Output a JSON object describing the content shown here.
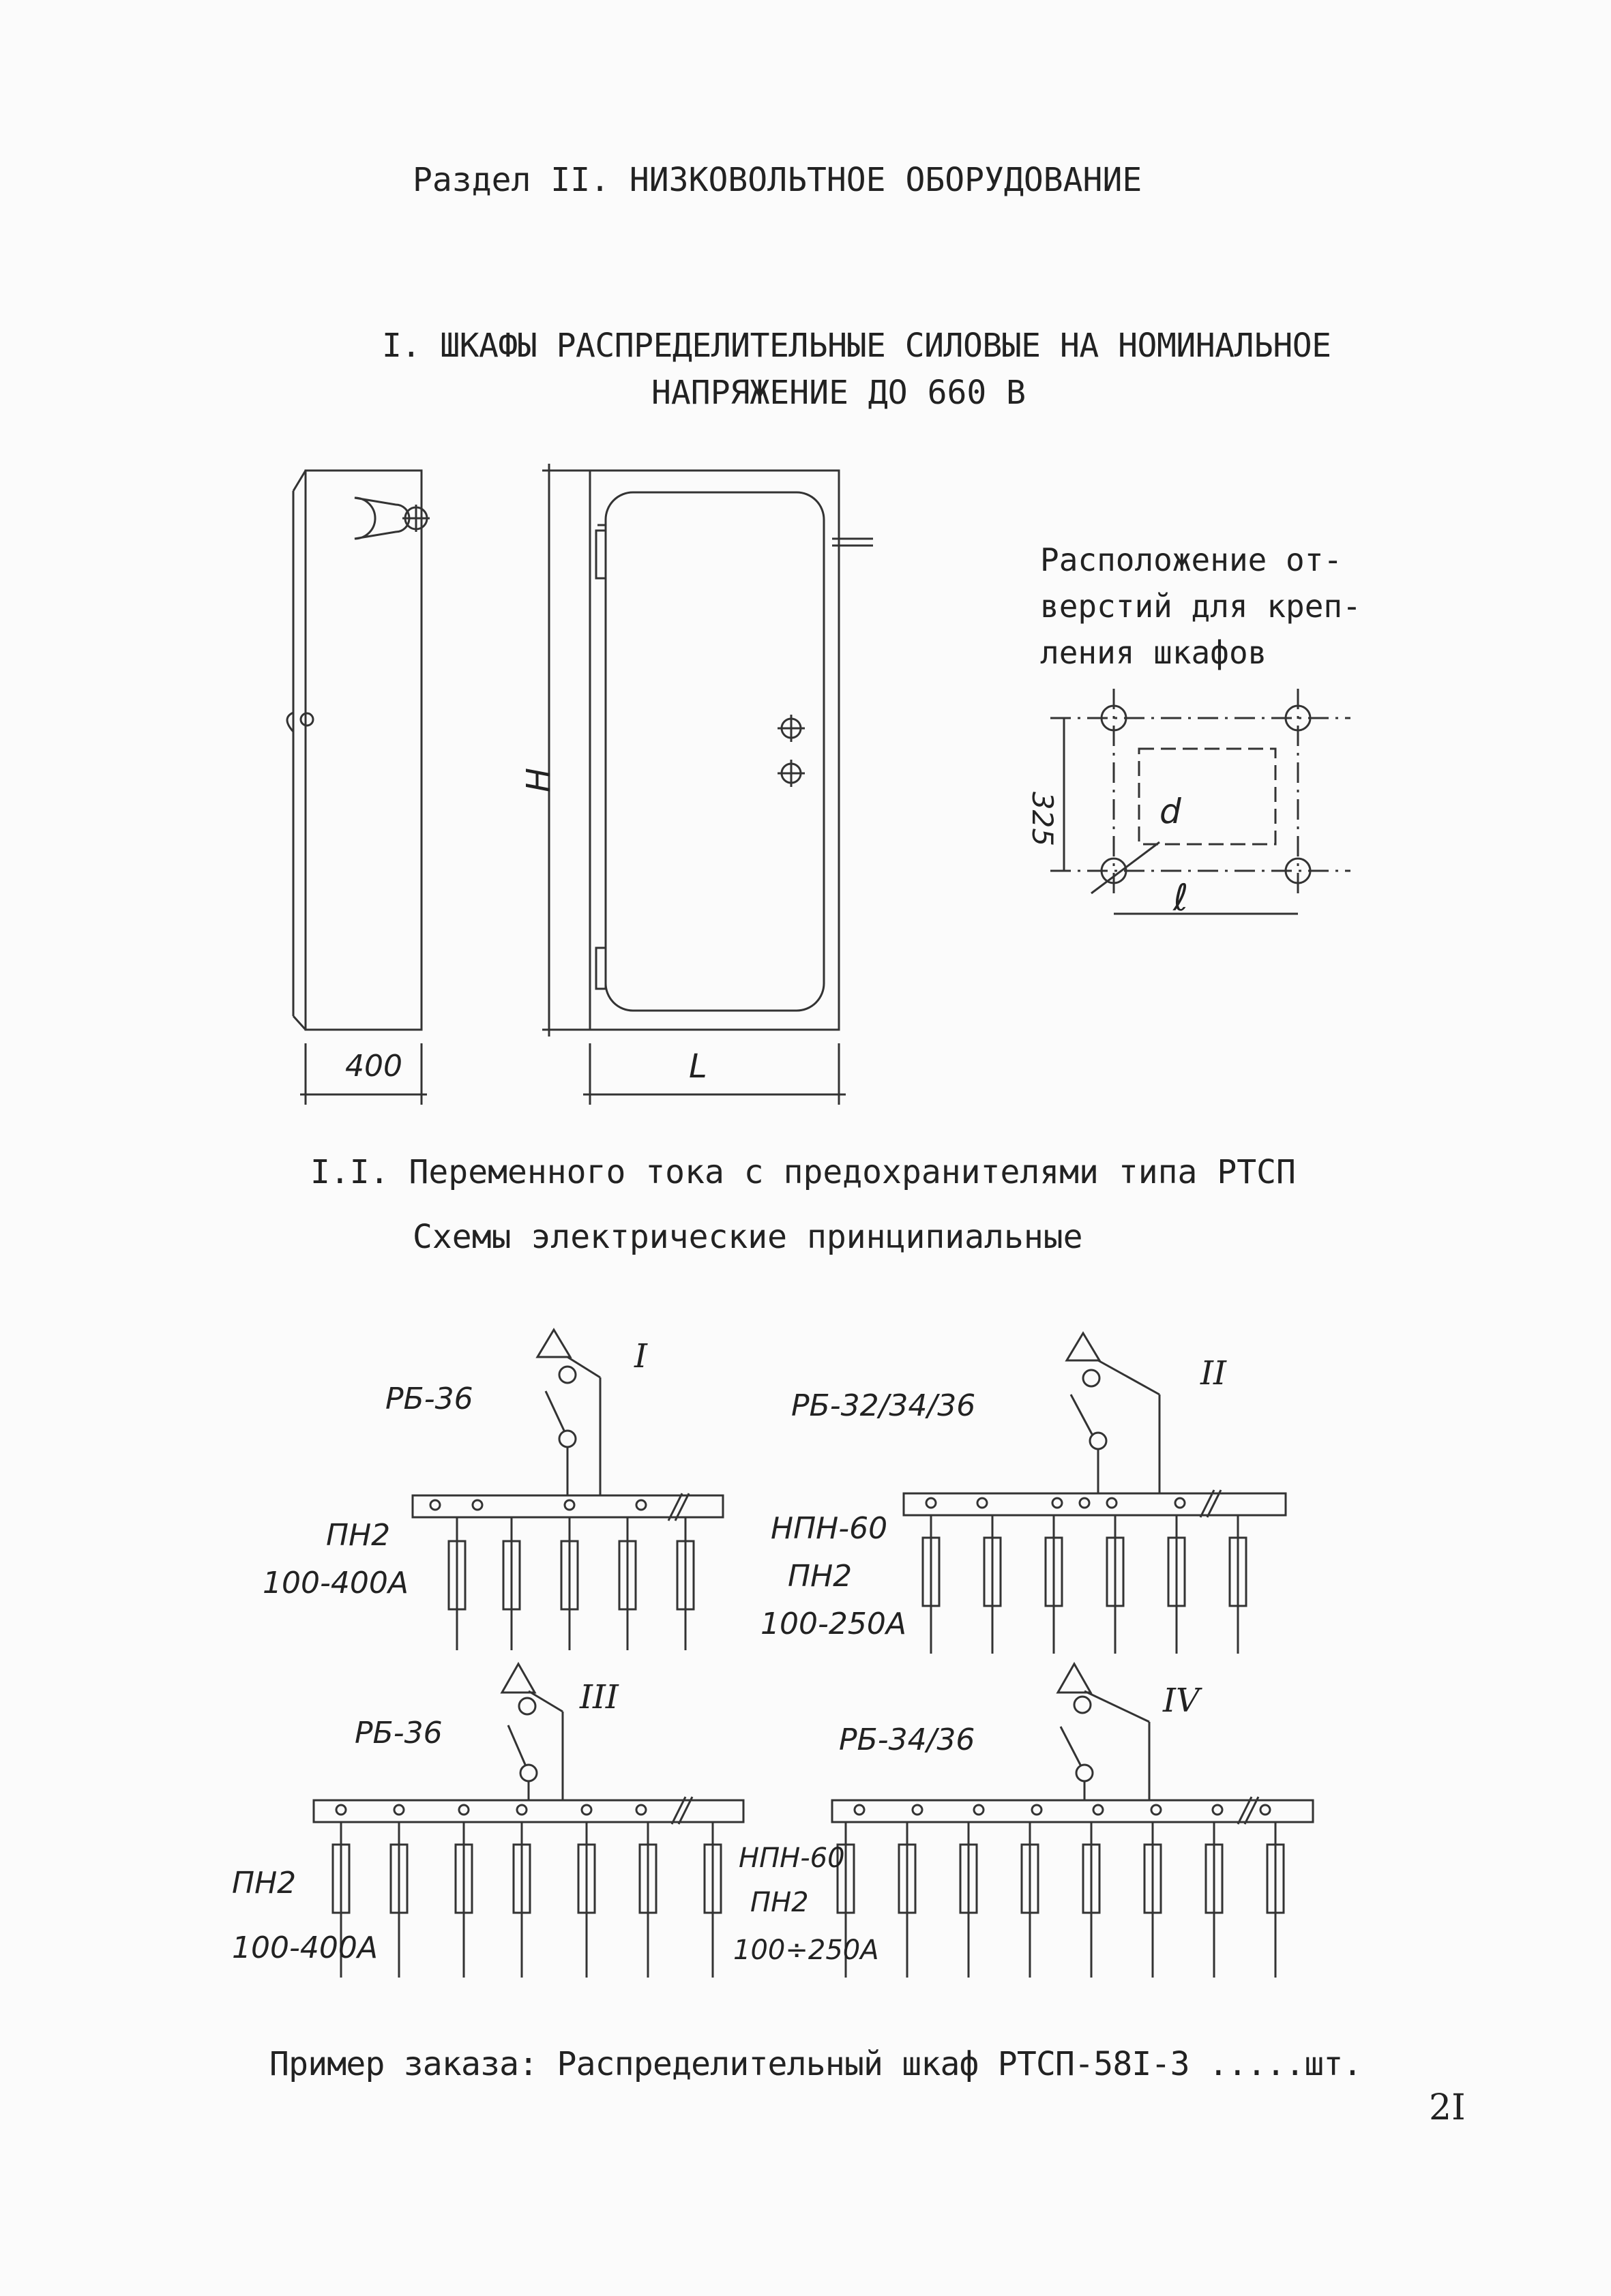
{
  "section_title": "Раздел II. НИЗКОВОЛЬТНОЕ ОБОРУДОВАНИЕ",
  "heading_line1": "I. ШКАФЫ РАСПРЕДЕЛИТЕЛЬНЫЕ СИЛОВЫЕ НА НОМИНАЛЬНОЕ",
  "heading_line2": "НАПРЯЖЕНИЕ ДО 660 В",
  "cabinet_drawing": {
    "dim_depth": "400",
    "dim_height": "H",
    "dim_length": "L"
  },
  "mounting": {
    "caption_line1": "Расположение от-",
    "caption_line2": "верстий для креп-",
    "caption_line3": "ления шкафов",
    "dim_325": "325",
    "dim_d": "d",
    "dim_l": "ℓ"
  },
  "subheading_line1": "I.I. Переменного тока с предохранителями типа РТСП",
  "subheading_line2": "Схемы электрические принципиальные",
  "schemes": [
    {
      "numeral": "I",
      "switch": "РБ-36",
      "fuse_lines": [
        "ПН2",
        "100-400А"
      ]
    },
    {
      "numeral": "II",
      "switch": "РБ-32/34/36",
      "fuse_lines": [
        "НПН-60",
        "ПН2",
        "100-250А"
      ]
    },
    {
      "numeral": "III",
      "switch": "РБ-36",
      "fuse_lines": [
        "ПН2",
        "100-400А"
      ]
    },
    {
      "numeral": "IV",
      "switch": "РБ-34/36",
      "fuse_lines": [
        "НПН-60",
        "ПН2",
        "100÷250А"
      ]
    }
  ],
  "order_example": "Пример заказа: Распределительный шкаф РТСП-58I-3 .....шт.",
  "page_number": "2I"
}
